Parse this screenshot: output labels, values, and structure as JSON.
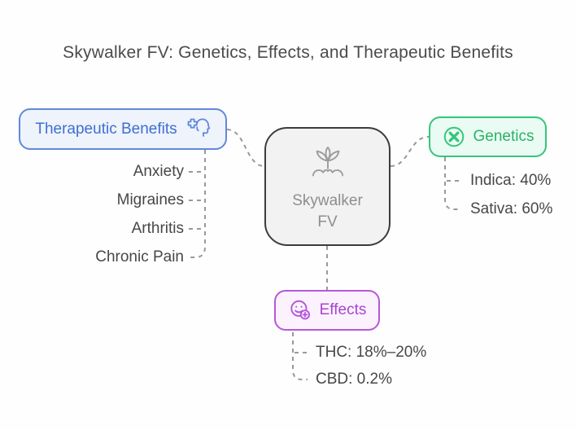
{
  "title": "Skywalker FV: Genetics, Effects, and Therapeutic Benefits",
  "center_node": {
    "line1": "Skywalker",
    "line2": "FV",
    "icon": "plant-sprout-icon"
  },
  "branches": {
    "therapeutic": {
      "label": "Therapeutic Benefits",
      "icon": "head-plus-icon",
      "items": [
        "Anxiety",
        "Migraines",
        "Arthritis",
        "Chronic Pain"
      ]
    },
    "genetics": {
      "label": "Genetics",
      "icon": "chromosome-circle-icon",
      "items": [
        "Indica: 40%",
        "Sativa: 60%"
      ]
    },
    "effects": {
      "label": "Effects",
      "icon": "smiley-plus-icon",
      "items": [
        "THC: 18%–20%",
        "CBD: 0.2%"
      ]
    }
  },
  "colors": {
    "page-bg": "#fefefe",
    "title-text": "#4b4b4b",
    "item-text": "#474747",
    "connector": "#999999",
    "blue-border": "#6189d8",
    "blue-text": "#3f6fd1",
    "blue-bg": "#eef3fc",
    "green-border": "#35c57b",
    "green-text": "#2cb169",
    "green-bg": "#e9fbf2",
    "purple-border": "#b458da",
    "purple-text": "#a944d2",
    "purple-bg": "#fbf2fe",
    "center-border": "#3c3c3c",
    "center-bg": "#f2f2f2",
    "center-text": "#8e8e8e",
    "center-icon": "#9d9d9d"
  }
}
